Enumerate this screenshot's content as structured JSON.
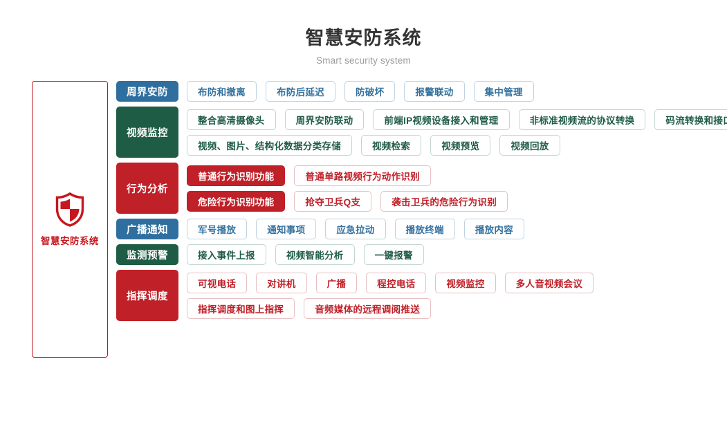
{
  "header": {
    "title": "智慧安防系统",
    "subtitle": "Smart security system"
  },
  "brand": {
    "icon": "shield-icon",
    "name": "智慧安防系统",
    "color": "#c7161d"
  },
  "colors": {
    "blue": "#2f6f9f",
    "green": "#1f5c46",
    "red": "#c02028",
    "title": "#333333",
    "subtitle": "#9b9b9b"
  },
  "rows": [
    {
      "category": "周界安防",
      "theme": "blue",
      "lines": [
        [
          {
            "label": "布防和撤离",
            "style": "outline"
          },
          {
            "label": "布防后延迟",
            "style": "outline"
          },
          {
            "label": "防破坏",
            "style": "outline"
          },
          {
            "label": "报警联动",
            "style": "outline"
          },
          {
            "label": "集中管理",
            "style": "outline"
          }
        ]
      ]
    },
    {
      "category": "视频监控",
      "theme": "green",
      "lines": [
        [
          {
            "label": "整合高清摄像头",
            "style": "outline"
          },
          {
            "label": "周界安防联动",
            "style": "outline"
          },
          {
            "label": "前端IP视频设备接入和管理",
            "style": "outline"
          },
          {
            "label": "非标准视频流的协议转换",
            "style": "outline"
          },
          {
            "label": "码流转换和接口转换",
            "style": "outline"
          }
        ],
        [
          {
            "label": "视频、图片、结构化数据分类存储",
            "style": "outline"
          },
          {
            "label": "视频检索",
            "style": "outline"
          },
          {
            "label": "视频预览",
            "style": "outline"
          },
          {
            "label": "视频回放",
            "style": "outline"
          }
        ]
      ]
    },
    {
      "category": "行为分析",
      "theme": "red",
      "lines": [
        [
          {
            "label": "普通行为识别功能",
            "style": "solid"
          },
          {
            "label": "普通单路视频行为动作识别",
            "style": "outline"
          }
        ],
        [
          {
            "label": "危险行为识别功能",
            "style": "solid"
          },
          {
            "label": "抢夺卫兵Q支",
            "style": "outline"
          },
          {
            "label": "袭击卫兵的危险行为识别",
            "style": "outline"
          }
        ]
      ]
    },
    {
      "category": "广播通知",
      "theme": "blue",
      "lines": [
        [
          {
            "label": "军号播放",
            "style": "outline"
          },
          {
            "label": "通知事项",
            "style": "outline"
          },
          {
            "label": "应急拉动",
            "style": "outline"
          },
          {
            "label": "播放终端",
            "style": "outline"
          },
          {
            "label": "播放内容",
            "style": "outline"
          }
        ]
      ]
    },
    {
      "category": "监测预警",
      "theme": "green",
      "lines": [
        [
          {
            "label": "接入事件上报",
            "style": "outline"
          },
          {
            "label": "视频智能分析",
            "style": "outline"
          },
          {
            "label": "一键报警",
            "style": "outline"
          }
        ]
      ]
    },
    {
      "category": "指挥调度",
      "theme": "red",
      "lines": [
        [
          {
            "label": "可视电话",
            "style": "outline"
          },
          {
            "label": "对讲机",
            "style": "outline"
          },
          {
            "label": "广播",
            "style": "outline"
          },
          {
            "label": "程控电话",
            "style": "outline"
          },
          {
            "label": "视频监控",
            "style": "outline"
          },
          {
            "label": "多人音视频会议",
            "style": "outline"
          }
        ],
        [
          {
            "label": "指挥调度和图上指挥",
            "style": "outline"
          },
          {
            "label": "音频媒体的远程调阅推送",
            "style": "outline"
          }
        ]
      ]
    }
  ]
}
